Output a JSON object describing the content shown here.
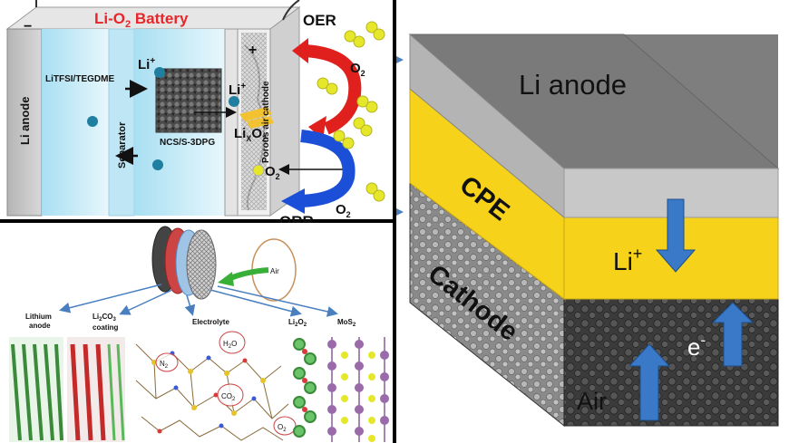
{
  "panel_top_left": {
    "title_prefix": "Li-O",
    "title_sub": "2",
    "title_suffix": " Battery",
    "minus": "−",
    "plus": "+",
    "oer": "OER",
    "orr": "ORR",
    "electrolyte": "LiTFSI/TEGDME",
    "li_ion_base": "Li",
    "li_ion_sup": "+",
    "separator": "Separator",
    "anode": "Li anode",
    "porous": "Porous air cathode",
    "catalyst": "NCS/S-3DPG",
    "lixo2_li": "Li",
    "lixo2_x": "X",
    "lixo2_o": "O",
    "lixo2_2": "2",
    "o2_o": "O",
    "o2_2": "2"
  },
  "panel_right": {
    "anode": "Li anode",
    "cpe": "CPE",
    "cathode": "Cathode",
    "li_ion_base": "Li",
    "li_ion_sup": "+",
    "electron_base": "e",
    "electron_sup": "-",
    "air": "Air"
  },
  "panel_bottom_left": {
    "air": "Air",
    "lithium_anode_1": "Lithium",
    "lithium_anode_2": "anode",
    "li2co3_a": "Li",
    "li2co3_b": "2",
    "li2co3_c": "CO",
    "li2co3_d": "3",
    "coating": "coating",
    "electrolyte": "Electrolyte",
    "li2o2_a": "Li",
    "li2o2_b": "2",
    "li2o2_c": "O",
    "li2o2_d": "2",
    "mos2_a": "MoS",
    "mos2_b": "2",
    "n2_a": "N",
    "n2_b": "2",
    "h2o_a": "H",
    "h2o_b": "2",
    "h2o_c": "O",
    "co2_a": "CO",
    "co2_b": "2",
    "o2_a": "O",
    "o2_b": "2"
  },
  "colors": {
    "title_red": "#e8262a",
    "cpe_yellow": "#f6d21b",
    "anode_gray": "#808080",
    "arrow_blue": "#3a78c8",
    "oer_red": "#e0201c",
    "orr_blue": "#1c4fd8",
    "o2_yellow": "#e6e62a"
  }
}
